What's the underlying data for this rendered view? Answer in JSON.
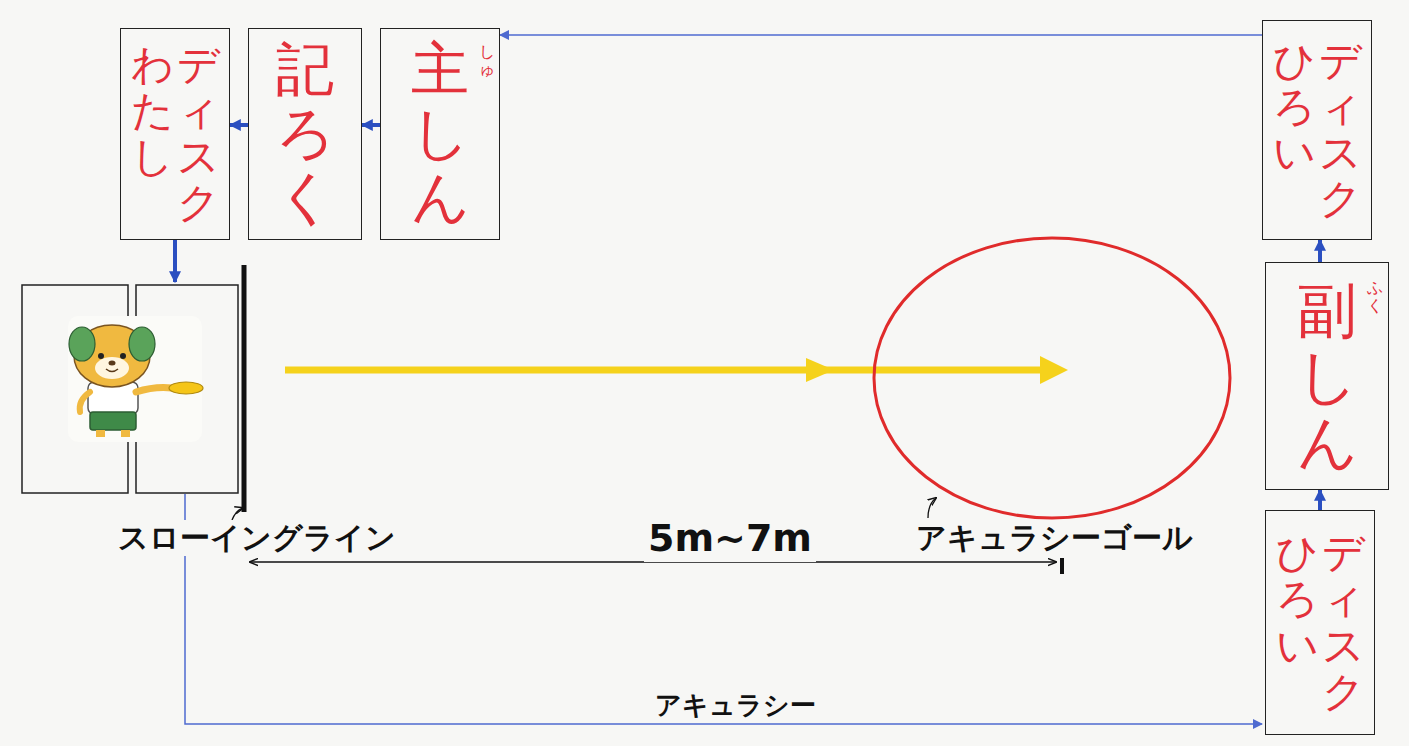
{
  "diagram": {
    "nodes": [
      {
        "text": [
          "ディスク わたし"
        ]
      },
      {
        "text": [
          "記ろく"
        ]
      },
      {
        "text": [
          "主しん",
          "しゅ"
        ]
      },
      {
        "text": [
          "ディスク ひろい"
        ]
      },
      {
        "text": [
          "副しん",
          "ふく"
        ]
      },
      {
        "text": [
          "ディスク ひろい"
        ]
      }
    ],
    "edges": [
      {
        "from": 2,
        "to": 1,
        "arrow": "to"
      },
      {
        "from": 1,
        "to": 0,
        "arrow": "to"
      },
      {
        "from": 5,
        "to": 4,
        "arrow": "to"
      },
      {
        "from": 4,
        "to": 3,
        "arrow": "to"
      },
      {
        "from": 3,
        "to": 2,
        "arrow": "to"
      }
    ],
    "labels": [
      "スローイングライン",
      "5m~7m",
      "アキュラシーゴール",
      "アキュラシー"
    ]
  }
}
